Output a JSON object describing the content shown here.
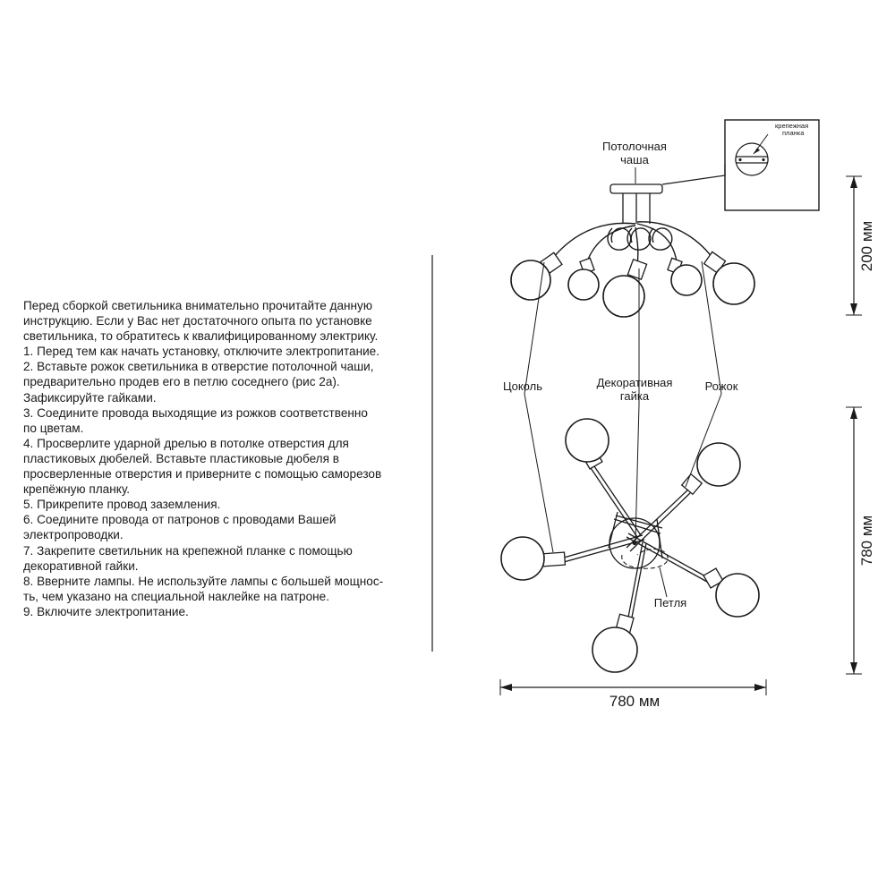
{
  "instructions": {
    "lines": [
      "Перед сборкой светильника внимательно прочитайте данную",
      "инструкцию. Если у Вас нет достаточного опыта по установке",
      "светильника, то обратитесь к квалифицированному электрику.",
      "1. Перед тем как начать установку, отключите электропитание.",
      "2. Вставьте рожок светильника в отверстие потолочной чаши,",
      "предварительно продев его в петлю соседнего (рис 2а).",
      "Зафиксируйте гайками.",
      "3. Соедините провода выходящие из рожков соответственно",
      "по цветам.",
      "4. Просверлите ударной дрелью в потолке отверстия для",
      "пластиковых дюбелей. Вставьте пластиковые дюбеля в",
      "просверленные отверстия и приверните с помощью саморезов",
      "крепёжную планку.",
      "5. Прикрепите провод заземления.",
      "6. Соедините провода от патронов с проводами Вашей",
      "электропроводки.",
      "7. Закрепите светильник на крепежной планке с помощью",
      "декоративной гайки.",
      "8. Вверните лампы. Не используйте лампы с большей мощнос-",
      "ть, чем указано на специальной наклейке на патроне.",
      "9. Включите электропитание."
    ]
  },
  "labels": {
    "ceiling_cup_line1": "Потолочная",
    "ceiling_cup_line2": "чаша",
    "mounting_plate_line1": "крепежная",
    "mounting_plate_line2": "планка",
    "socket_base": "Цоколь",
    "decorative_nut_line1": "Декоративная",
    "decorative_nut_line2": "гайка",
    "arm": "Рожок",
    "loop": "Петля"
  },
  "dimensions": {
    "height_top": "200 мм",
    "height_total": "780 мм",
    "width": "780 мм"
  }
}
